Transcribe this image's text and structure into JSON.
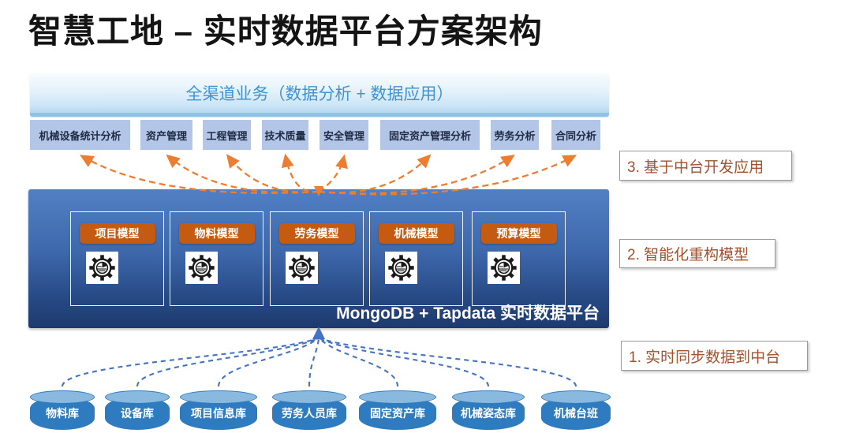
{
  "title": "智慧工地 – 实时数据平台方案架构",
  "banner": {
    "label": "全渠道业务（数据分析 + 数据应用）"
  },
  "applications": {
    "items": [
      {
        "label": "机械设备统计分析"
      },
      {
        "label": "资产管理"
      },
      {
        "label": "工程管理"
      },
      {
        "label": "技术质量"
      },
      {
        "label": "安全管理"
      },
      {
        "label": "固定资产管理分析"
      },
      {
        "label": "劳务分析"
      },
      {
        "label": "合同分析"
      }
    ]
  },
  "platform": {
    "caption": "MongoDB + Tapdata 实时数据平台",
    "models": [
      {
        "label": "项目模型",
        "icon": "gear-pie-icon"
      },
      {
        "label": "物料模型",
        "icon": "gear-pie-icon"
      },
      {
        "label": "劳务模型",
        "icon": "gear-pie-icon"
      },
      {
        "label": "机械模型",
        "icon": "gear-pie-icon"
      },
      {
        "label": "预算模型",
        "icon": "gear-pie-icon"
      }
    ]
  },
  "steps": [
    {
      "label": "1. 实时同步数据到中台"
    },
    {
      "label": "2. 智能化重构模型"
    },
    {
      "label": "3. 基于中台开发应用"
    }
  ],
  "databases": {
    "items": [
      {
        "label": "物料库"
      },
      {
        "label": "设备库"
      },
      {
        "label": "项目信息库"
      },
      {
        "label": "劳务人员库"
      },
      {
        "label": "固定资产库"
      },
      {
        "label": "机械姿态库"
      },
      {
        "label": "机械台班"
      }
    ]
  },
  "colors": {
    "arrow_orange": "#ED7D31",
    "arrow_blue": "#4472C4",
    "model_tag_bg": "#C55A11",
    "app_box_bg": "#B4C6E7",
    "platform_gradient_top": "#527FC4",
    "platform_gradient_bottom": "#1D3A6E",
    "cylinder_body": "#2E7BC0",
    "cylinder_cap": "#8AB9E0",
    "step_text": "#A0522D",
    "banner_text": "#3F93D2"
  }
}
